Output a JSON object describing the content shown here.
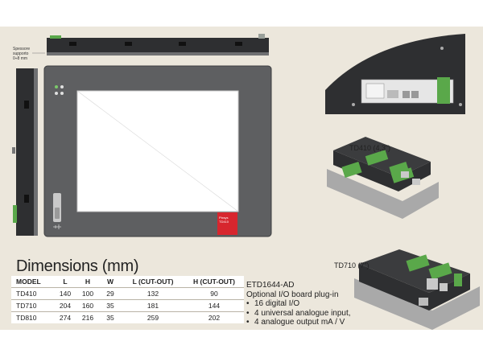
{
  "spessore_note": [
    "Spessore",
    "supporto",
    "0÷8 mm"
  ],
  "panel_brand": "Pixsys",
  "panel_model": "TD410",
  "dimensions": {
    "title": "Dimensions (mm)",
    "headers": [
      "MODEL",
      "L",
      "H",
      "W",
      "L (CUT-OUT)",
      "H (CUT-OUT)"
    ],
    "rows": [
      [
        "TD410",
        "140",
        "100",
        "29",
        "132",
        "90"
      ],
      [
        "TD710",
        "204",
        "160",
        "35",
        "181",
        "144"
      ],
      [
        "TD810",
        "274",
        "216",
        "35",
        "259",
        "202"
      ]
    ]
  },
  "product_labels": {
    "td410": "TD410 (4,3”)",
    "td710": "TD710 (7”)"
  },
  "io_board": {
    "code": "ETD1644-AD",
    "description": "Optional I/O board plug-in",
    "features": [
      "16 digital I/O",
      "4 universal analogue input,",
      "4 analogue output mA / V"
    ]
  },
  "colors": {
    "background_panel": "#ece7dc",
    "device_body": "#5e5f61",
    "device_dark": "#2e2f31",
    "screen": "#ffffff",
    "terminal_green": "#5aa84a",
    "logo_red": "#d7262e"
  }
}
